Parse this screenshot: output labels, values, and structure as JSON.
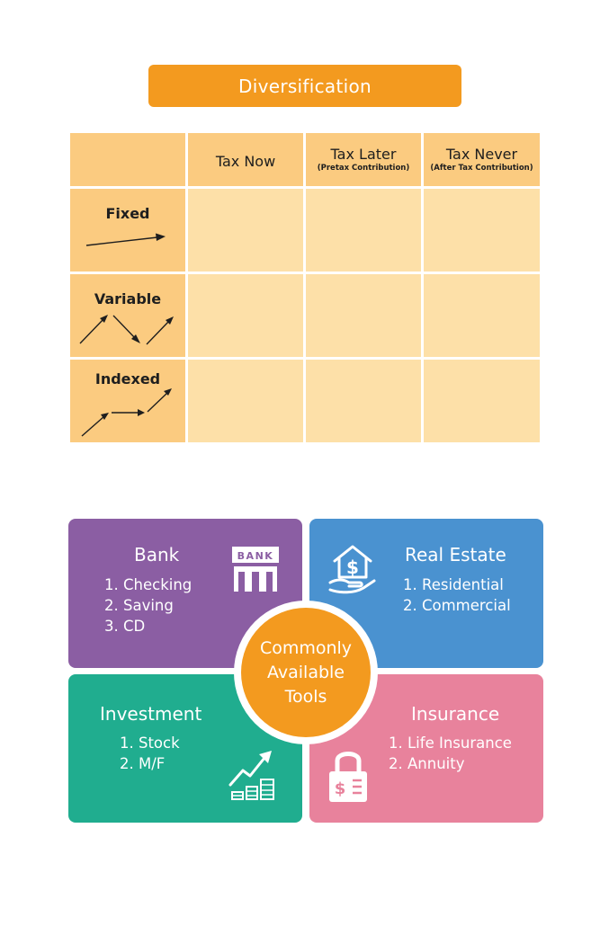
{
  "title": "Diversification",
  "table": {
    "columns": [
      {
        "title": "Tax Now",
        "subtitle": ""
      },
      {
        "title": "Tax Later",
        "subtitle": "(Pretax Contribution)"
      },
      {
        "title": "Tax Never",
        "subtitle": "(After Tax Contribution)"
      }
    ],
    "rows": [
      {
        "label": "Fixed",
        "icon": "straight-arrow-icon"
      },
      {
        "label": "Variable",
        "icon": "zigzag-arrows-icon"
      },
      {
        "label": "Indexed",
        "icon": "stepped-arrows-icon"
      }
    ]
  },
  "center": {
    "lines": [
      "Commonly",
      "Available",
      "Tools"
    ]
  },
  "tools": [
    {
      "title": "Bank",
      "items": [
        "1. Checking",
        "2. Saving",
        "3. CD"
      ],
      "icon": "bank-icon",
      "icon_label": "BANK",
      "color": "#8b5ea3"
    },
    {
      "title": "Real Estate",
      "items": [
        "1. Residential",
        "2. Commercial"
      ],
      "icon": "house-in-hand-icon",
      "color": "#4a92d0"
    },
    {
      "title": "Investment",
      "items": [
        "1. Stock",
        "2. M/F"
      ],
      "icon": "growth-chart-icon",
      "color": "#20ad8f"
    },
    {
      "title": "Insurance",
      "items": [
        "1. Life Insurance",
        "2. Annuity"
      ],
      "icon": "padlock-dollar-icon",
      "color": "#e8829c"
    }
  ],
  "colors": {
    "accent": "#f39a1f",
    "table_header": "#fbcb80",
    "table_body": "#fde0a8"
  }
}
